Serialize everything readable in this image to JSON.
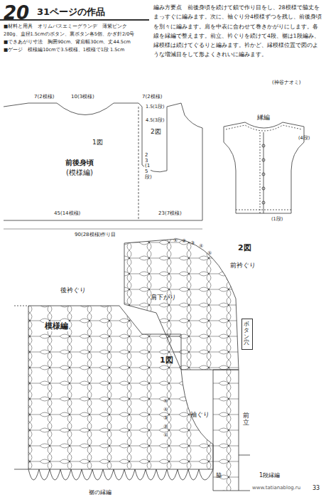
{
  "diagram": {
    "title": "31ページの作品",
    "nodes": [
      {
        "text": [
          "前後身頃",
          "(模様編)"
        ]
      },
      {
        "text": [
          "ボタン穴"
        ]
      }
    ],
    "labels": [
      "■材料と用具　オリムパスエミーグランデ　薄紫ピンク",
      "280g、直径1.5cmのボタン、裏ボタン各5個、かぎ針2/0号",
      "■できあがり寸法　胸囲90cm、背肩幅30cm、丈44.5cm",
      "■ゲージ　模様編10cmで3.5模様、1模様で1段 1.5cm",
      "編み方要点　前後身頃を続けて鎖で作り目をし、28模様で脇丈をまっすぐに編みます。次に、袖ぐり分4模様ずつを残し、前後身頃を別々に編みます。肩を中表に合わせて巻きかがりにします。各線を縁編で整えます。前立、衿ぐりを続けて4段、裾は1段編み、縁模様は続けてぐるりと編みます。衿かど、縁模様位置で図のような増減目をして形よくきれいに編みます。",
      "(神谷ナオミ)",
      "10(3模様)",
      "7(2模様)",
      "7(2模様)",
      "1.5(1段)",
      "4.5(3段)",
      "1図",
      "2図",
      "23(15段)",
      "45(14模様)",
      "23(7模様)",
      "90(28模様)作り目",
      "縁編",
      "(4段)",
      "(1段)",
      "2図",
      "前衿ぐり",
      "後衿ぐり",
      "肩下がり",
      "模様編",
      "1図",
      "袖ぐり",
      "前立",
      "脇",
      "裾の縁編",
      "1段縁編",
      "⑤",
      "④",
      "③",
      "②",
      "①",
      "⑤",
      "④",
      "③",
      "②",
      "①",
      "33",
      "www.tatianablog.ru",
      "20"
    ]
  }
}
